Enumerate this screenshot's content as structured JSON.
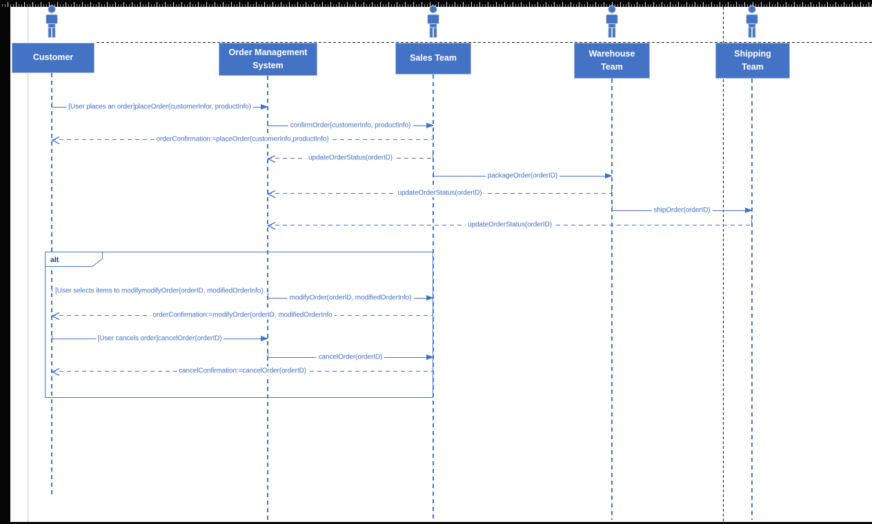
{
  "diagram": {
    "participants": [
      {
        "id": "customer",
        "label": "Customer",
        "actor": true
      },
      {
        "id": "oms",
        "label": "Order Management System",
        "actor": false
      },
      {
        "id": "sales",
        "label": "Sales Team",
        "actor": true
      },
      {
        "id": "warehouse",
        "label": "Warehouse Team",
        "actor": true
      },
      {
        "id": "shipping",
        "label": "Shipping Team",
        "actor": true
      }
    ],
    "fragment": {
      "operator": "alt"
    },
    "messages": [
      {
        "from": "customer",
        "to": "oms",
        "kind": "solid",
        "label": "[User places an order]placeOrder(customerInfor, productInfo)"
      },
      {
        "from": "oms",
        "to": "sales",
        "kind": "solid",
        "label": "confirmOrder(customerInfo, productInfo)"
      },
      {
        "from": "sales",
        "to": "customer",
        "kind": "return",
        "label": "orderConfirmation:=placeOrder(customerInfo,productInfo)"
      },
      {
        "from": "sales",
        "to": "oms",
        "kind": "return",
        "label": "updateOrderStatus(orderID)"
      },
      {
        "from": "sales",
        "to": "warehouse",
        "kind": "solid",
        "label": "packageOrder(orderID)"
      },
      {
        "from": "warehouse",
        "to": "oms",
        "kind": "return",
        "label": "updateOrderStatus(orderID)"
      },
      {
        "from": "warehouse",
        "to": "shipping",
        "kind": "solid",
        "label": "shipOrder(orderID)"
      },
      {
        "from": "shipping",
        "to": "oms",
        "kind": "return",
        "label": "updateOrderStatus(orderID)"
      },
      {
        "from": "customer",
        "to": "oms",
        "kind": "guard",
        "label": "[User selects items to modifymodifyOrder(orderID, modifiedOrderInfo)."
      },
      {
        "from": "oms",
        "to": "sales",
        "kind": "solid",
        "label": "modifyOrder(orderID, modifiedOrderInfo)"
      },
      {
        "from": "sales",
        "to": "customer",
        "kind": "return",
        "label": "orderConfirmation:=modifyOrder(orderID, modifiedOrderInfo"
      },
      {
        "from": "customer",
        "to": "oms",
        "kind": "solid",
        "label": "[User cancels order]cancelOrder(orderID)"
      },
      {
        "from": "oms",
        "to": "sales",
        "kind": "solid",
        "label": "cancelOrder(orderID)"
      },
      {
        "from": "sales",
        "to": "customer",
        "kind": "return",
        "label": "cancelConfirmation:=cancelOrder(orderID)"
      }
    ],
    "colors": {
      "participant_fill": "#4472C4",
      "participant_border": "#A6B8DC",
      "line": "#4472C4",
      "message_text": "#4472C4",
      "fragment_label": "#1F3864"
    }
  }
}
